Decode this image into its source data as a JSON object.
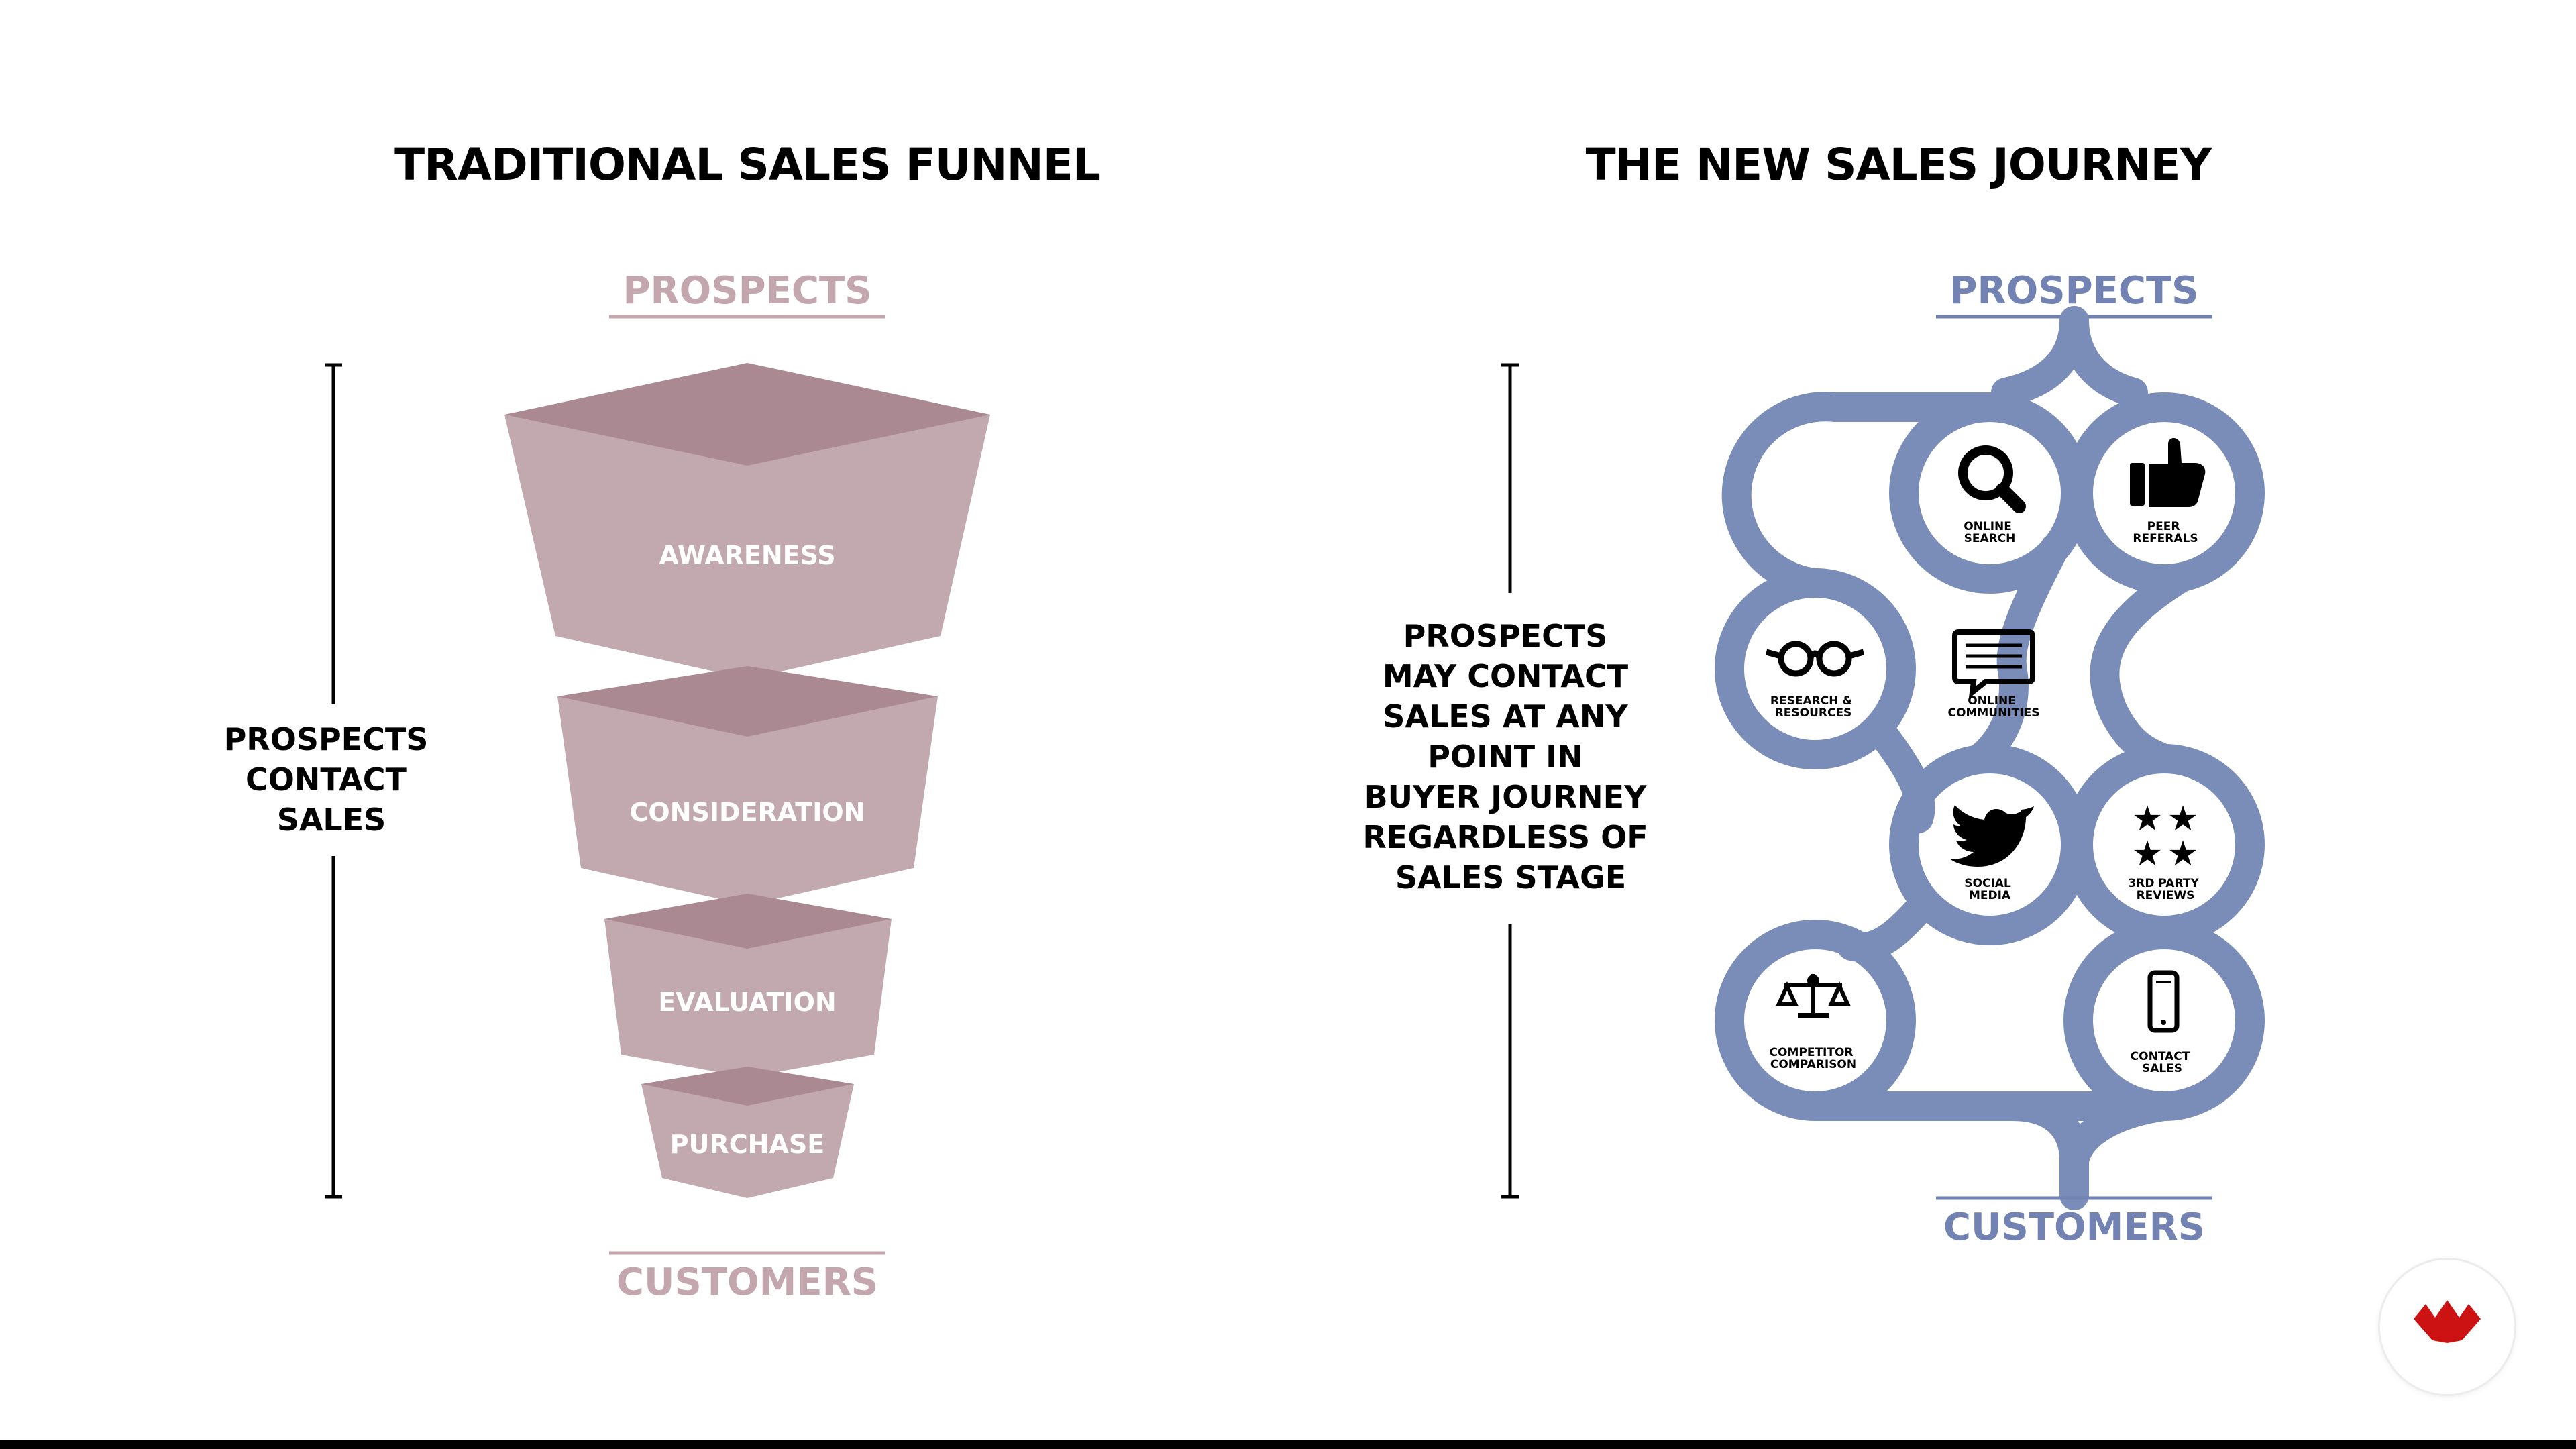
{
  "left": {
    "title": "TRADITIONAL SALES FUNNEL",
    "top_label": "PROSPECTS",
    "bottom_label": "CUSTOMERS",
    "side_label": [
      "PROSPECTS",
      "CONTACT",
      "SALES"
    ],
    "stages": [
      "AWARENESS",
      "CONSIDERATION",
      "EVALUATION",
      "PURCHASE"
    ]
  },
  "right": {
    "title": "THE NEW SALES JOURNEY",
    "top_label": "PROSPECTS",
    "bottom_label": "CUSTOMERS",
    "side_label": [
      "PROSPECTS",
      "MAY CONTACT",
      "SALES AT ANY",
      "POINT IN",
      "BUYER JOURNEY",
      "REGARDLESS OF",
      "SALES STAGE"
    ],
    "touchpoints": [
      {
        "icon": "magnifier-icon",
        "lines": [
          "ONLINE",
          "SEARCH"
        ]
      },
      {
        "icon": "thumbs-up-icon",
        "lines": [
          "PEER",
          "REFERALS"
        ]
      },
      {
        "icon": "glasses-icon",
        "lines": [
          "RESEARCH &",
          "RESOURCES"
        ]
      },
      {
        "icon": "speech-bubble-icon",
        "lines": [
          "ONLINE",
          "COMMUNITIES"
        ]
      },
      {
        "icon": "bird-icon",
        "lines": [
          "SOCIAL",
          "MEDIA"
        ]
      },
      {
        "icon": "stars-icon",
        "lines": [
          "3RD PARTY",
          "REVIEWS"
        ]
      },
      {
        "icon": "scales-icon",
        "lines": [
          "COMPETITOR",
          "COMPARISON"
        ]
      },
      {
        "icon": "phone-icon",
        "lines": [
          "CONTACT",
          "SALES"
        ]
      }
    ]
  },
  "colors": {
    "funnel_front": "#c2a9b0",
    "funnel_top": "#aa8993",
    "funnel_label": "#c4a6ae",
    "journey_path": "#7a8db8",
    "journey_label": "#7182b3",
    "text": "#000000",
    "logo": "#cc1212"
  }
}
